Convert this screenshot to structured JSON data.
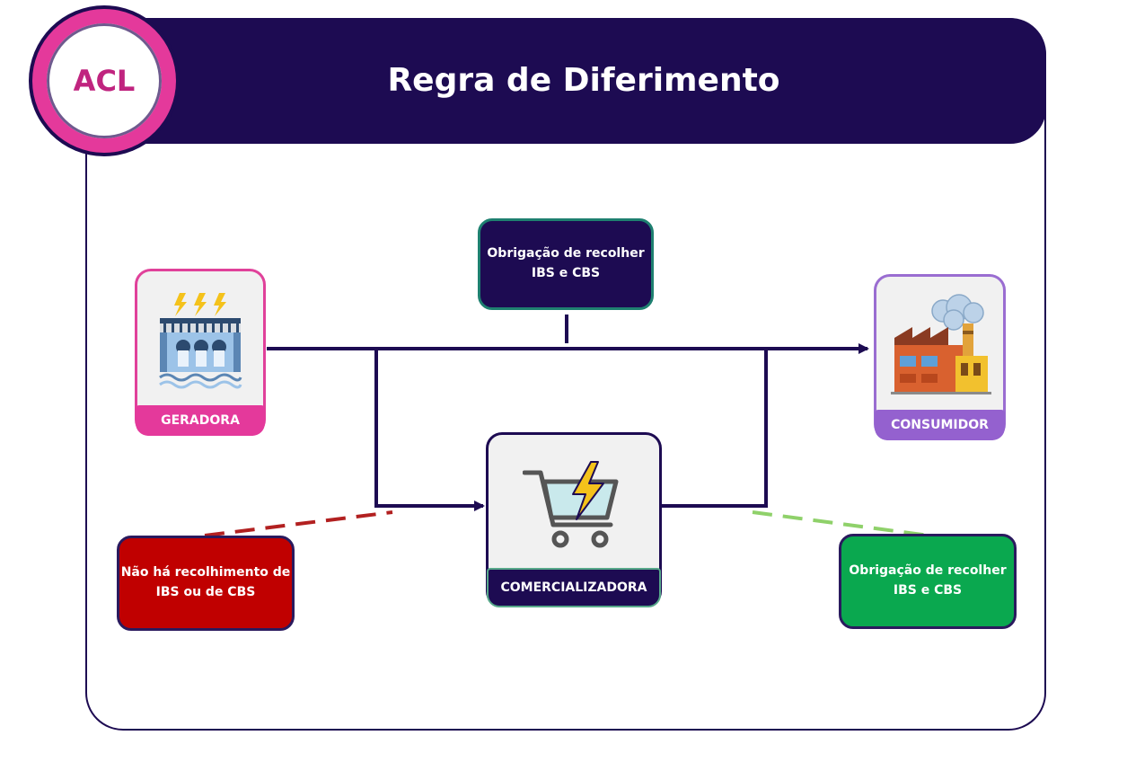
{
  "header": {
    "title": "Regra de Diferimento",
    "badge": "ACL"
  },
  "nodes": {
    "geradora": {
      "label": "GERADORA",
      "icon": "hydroelectric-dam-icon"
    },
    "consumidor": {
      "label": "CONSUMIDOR",
      "icon": "factory-icon"
    },
    "comercializadora": {
      "label": "COMERCIALIZADORA",
      "icon": "shopping-cart-lightning-icon"
    }
  },
  "notes": {
    "top": {
      "line1": "Obrigação de recolher",
      "line2": "IBS e CBS"
    },
    "left": {
      "line1": "Não há recolhimento de",
      "line2": "IBS ou de CBS"
    },
    "right": {
      "line1": "Obrigação de recolher",
      "line2": "IBS e CBS"
    }
  },
  "colors": {
    "navy": "#1d0b52",
    "pink": "#e4399b",
    "red": "#c00000",
    "green": "#0aa84f",
    "purple": "#9461cf",
    "dash_red": "#b22020",
    "dash_green": "#8fd16a"
  }
}
